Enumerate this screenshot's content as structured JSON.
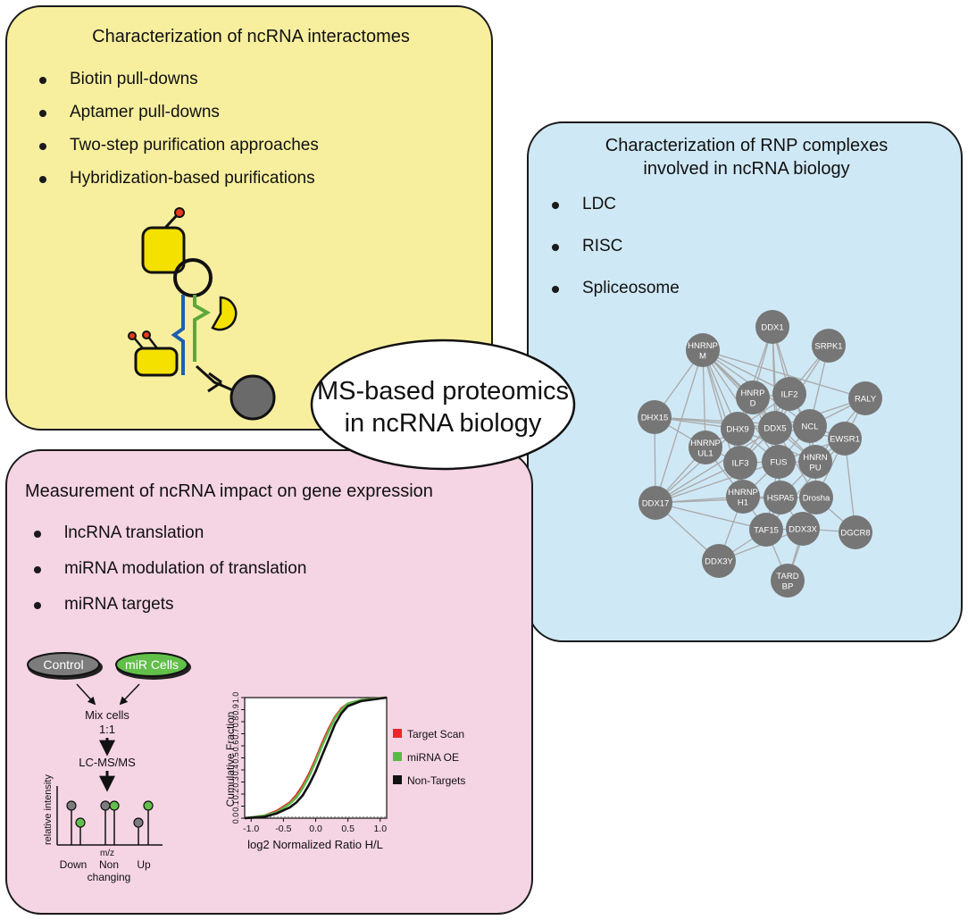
{
  "center_label": {
    "line1": "MS-based proteomics",
    "line2": "in ncRNA biology"
  },
  "panel_interactomes": {
    "title": "Characterization of ncRNA interactomes",
    "items": [
      "Biotin pull-downs",
      "Aptamer pull-downs",
      "Two-step purification approaches",
      "Hybridization-based purifications"
    ]
  },
  "panel_rnp": {
    "title_line1": "Characterization of RNP complexes",
    "title_line2": "involved in ncRNA biology",
    "items": [
      "LDC",
      "RISC",
      "Spliceosome"
    ],
    "network_nodes": [
      {
        "id": "DDX1",
        "lines": [
          "DDX1"
        ]
      },
      {
        "id": "SRPK1",
        "lines": [
          "SRPK1"
        ]
      },
      {
        "id": "HNRNPM",
        "lines": [
          "HNRNP",
          "M"
        ]
      },
      {
        "id": "HNRPD",
        "lines": [
          "HNRP",
          "D"
        ]
      },
      {
        "id": "ILF2",
        "lines": [
          "ILF2"
        ]
      },
      {
        "id": "RALY",
        "lines": [
          "RALY"
        ]
      },
      {
        "id": "DHX15",
        "lines": [
          "DHX15"
        ]
      },
      {
        "id": "DHX9",
        "lines": [
          "DHX9"
        ]
      },
      {
        "id": "DDX5",
        "lines": [
          "DDX5"
        ]
      },
      {
        "id": "NCL",
        "lines": [
          "NCL"
        ]
      },
      {
        "id": "EWSR1",
        "lines": [
          "EWSR1"
        ]
      },
      {
        "id": "HNRNPUL1",
        "lines": [
          "HNRNP",
          "UL1"
        ]
      },
      {
        "id": "ILF3",
        "lines": [
          "ILF3"
        ]
      },
      {
        "id": "FUS",
        "lines": [
          "FUS"
        ]
      },
      {
        "id": "HNRNPU",
        "lines": [
          "HNRN",
          "PU"
        ]
      },
      {
        "id": "DDX17",
        "lines": [
          "DDX17"
        ]
      },
      {
        "id": "HNRNPH1",
        "lines": [
          "HNRNP",
          "H1"
        ]
      },
      {
        "id": "HSPA5",
        "lines": [
          "HSPA5"
        ]
      },
      {
        "id": "Drosha",
        "lines": [
          "Drosha"
        ]
      },
      {
        "id": "TAF15",
        "lines": [
          "TAF15"
        ]
      },
      {
        "id": "DDX3X",
        "lines": [
          "DDX3X"
        ]
      },
      {
        "id": "DGCR8",
        "lines": [
          "DGCR8"
        ]
      },
      {
        "id": "DDX3Y",
        "lines": [
          "DDX3Y"
        ]
      },
      {
        "id": "TARDBP",
        "lines": [
          "TARD",
          "BP"
        ]
      }
    ],
    "network_edges": [
      [
        "HNRNPM",
        "DHX15"
      ],
      [
        "HNRNPM",
        "DHX9"
      ],
      [
        "HNRNPM",
        "DDX5"
      ],
      [
        "HNRNPM",
        "HNRPD"
      ],
      [
        "HNRNPM",
        "ILF2"
      ],
      [
        "HNRNPM",
        "NCL"
      ],
      [
        "HNRNPM",
        "HNRNPUL1"
      ],
      [
        "HNRNPM",
        "FUS"
      ],
      [
        "HNRNPM",
        "ILF3"
      ],
      [
        "HNRNPM",
        "DDX17"
      ],
      [
        "HNRNPM",
        "HNRNPU"
      ],
      [
        "HNRNPM",
        "HNRNPH1"
      ],
      [
        "HNRNPM",
        "RALY"
      ],
      [
        "DDX1",
        "HNRPD"
      ],
      [
        "DDX1",
        "DDX5"
      ],
      [
        "DDX1",
        "ILF2"
      ],
      [
        "DDX1",
        "FUS"
      ],
      [
        "DDX1",
        "HNRNPU"
      ],
      [
        "DDX1",
        "DHX9"
      ],
      [
        "SRPK1",
        "DDX5"
      ],
      [
        "SRPK1",
        "NCL"
      ],
      [
        "SRPK1",
        "ILF2"
      ],
      [
        "RALY",
        "NCL"
      ],
      [
        "RALY",
        "HNRNPU"
      ],
      [
        "RALY",
        "DDX5"
      ],
      [
        "RALY",
        "EWSR1"
      ],
      [
        "DHX15",
        "DDX5"
      ],
      [
        "DHX15",
        "DHX9"
      ],
      [
        "DHX15",
        "HNRNPUL1"
      ],
      [
        "DHX15",
        "DDX17"
      ],
      [
        "DHX15",
        "NCL"
      ],
      [
        "HNRPD",
        "DDX5"
      ],
      [
        "HNRPD",
        "DHX9"
      ],
      [
        "HNRPD",
        "ILF2"
      ],
      [
        "HNRPD",
        "FUS"
      ],
      [
        "ILF2",
        "ILF3"
      ],
      [
        "ILF2",
        "DDX5"
      ],
      [
        "ILF2",
        "NCL"
      ],
      [
        "ILF2",
        "DHX9"
      ],
      [
        "DHX9",
        "DDX5"
      ],
      [
        "DHX9",
        "ILF3"
      ],
      [
        "DHX9",
        "FUS"
      ],
      [
        "DHX9",
        "HNRNPUL1"
      ],
      [
        "DHX9",
        "HNRNPU"
      ],
      [
        "DHX9",
        "DDX17"
      ],
      [
        "DDX5",
        "NCL"
      ],
      [
        "DDX5",
        "FUS"
      ],
      [
        "DDX5",
        "HNRNPU"
      ],
      [
        "DDX5",
        "DDX17"
      ],
      [
        "DDX5",
        "HSPA5"
      ],
      [
        "DDX5",
        "EWSR1"
      ],
      [
        "DDX5",
        "Drosha"
      ],
      [
        "DDX5",
        "ILF3"
      ],
      [
        "NCL",
        "EWSR1"
      ],
      [
        "NCL",
        "HNRNPU"
      ],
      [
        "NCL",
        "FUS"
      ],
      [
        "EWSR1",
        "FUS"
      ],
      [
        "EWSR1",
        "HNRNPU"
      ],
      [
        "EWSR1",
        "Drosha"
      ],
      [
        "EWSR1",
        "DGCR8"
      ],
      [
        "EWSR1",
        "TAF15"
      ],
      [
        "HNRNPUL1",
        "ILF3"
      ],
      [
        "HNRNPUL1",
        "DDX17"
      ],
      [
        "HNRNPUL1",
        "HNRNPH1"
      ],
      [
        "ILF3",
        "FUS"
      ],
      [
        "ILF3",
        "HNRNPH1"
      ],
      [
        "ILF3",
        "DDX17"
      ],
      [
        "FUS",
        "HNRNPU"
      ],
      [
        "FUS",
        "HSPA5"
      ],
      [
        "FUS",
        "TAF15"
      ],
      [
        "FUS",
        "DDX17"
      ],
      [
        "FUS",
        "HNRNPH1"
      ],
      [
        "HNRNPU",
        "Drosha"
      ],
      [
        "HNRNPU",
        "HSPA5"
      ],
      [
        "DDX17",
        "HNRNPH1"
      ],
      [
        "DDX17",
        "DDX3Y"
      ],
      [
        "DDX17",
        "TAF15"
      ],
      [
        "DDX17",
        "HSPA5"
      ],
      [
        "HNRNPH1",
        "HSPA5"
      ],
      [
        "HNRNPH1",
        "TAF15"
      ],
      [
        "HNRNPH1",
        "DDX3Y"
      ],
      [
        "HSPA5",
        "Drosha"
      ],
      [
        "HSPA5",
        "DDX3X"
      ],
      [
        "HSPA5",
        "TAF15"
      ],
      [
        "Drosha",
        "DGCR8"
      ],
      [
        "Drosha",
        "DDX3X"
      ],
      [
        "Drosha",
        "TARDBP"
      ],
      [
        "TAF15",
        "DDX3X"
      ],
      [
        "TAF15",
        "TARDBP"
      ],
      [
        "TAF15",
        "DDX3Y"
      ],
      [
        "DDX3X",
        "TARDBP"
      ],
      [
        "DDX3X",
        "DGCR8"
      ],
      [
        "DDX3X",
        "DDX3Y"
      ]
    ]
  },
  "panel_expression": {
    "title": "Measurement of ncRNA impact on gene expression",
    "items": [
      "lncRNA translation",
      "miRNA modulation of translation",
      "miRNA targets"
    ],
    "workflow": {
      "control": "Control",
      "mir_cells": "miR Cells",
      "mix_line1": "Mix cells",
      "mix_line2": "1:1",
      "lcms": "LC-MS/MS",
      "y_label": "relative intensity",
      "x_label": "m/z",
      "down": "Down",
      "non_line1": "Non",
      "non_line2": "changing",
      "up": "Up"
    }
  },
  "colors": {
    "yellow_panel": "#f7ef9e",
    "blue_panel": "#cfe8f5",
    "pink_panel": "#f5d4e3",
    "node": "#767676",
    "target_scan": "#e8282a",
    "mirna_oe": "#5bb947",
    "non_targets": "#111111"
  },
  "chart_data": {
    "type": "line",
    "title": "",
    "xlabel": "log2 Normalized Ratio H/L",
    "ylabel": "Cumulative Fraction",
    "xlim": [
      -1.1,
      1.1
    ],
    "ylim": [
      0.0,
      1.0
    ],
    "xticks": [
      -1.0,
      -0.5,
      0.0,
      0.5,
      1.0
    ],
    "yticks": [
      0.0,
      0.1,
      0.2,
      0.3,
      0.4,
      0.5,
      0.6,
      0.7,
      0.8,
      0.9,
      1.0
    ],
    "legend_position": "right",
    "series": [
      {
        "name": "Target Scan",
        "color": "#e8282a",
        "x": [
          -1.1,
          -0.8,
          -0.6,
          -0.4,
          -0.3,
          -0.2,
          -0.1,
          0.0,
          0.1,
          0.2,
          0.3,
          0.4,
          0.5,
          0.7,
          1.1
        ],
        "y": [
          0.0,
          0.02,
          0.06,
          0.13,
          0.19,
          0.27,
          0.37,
          0.49,
          0.62,
          0.74,
          0.84,
          0.91,
          0.95,
          0.98,
          1.0
        ]
      },
      {
        "name": "miRNA OE",
        "color": "#5bb947",
        "x": [
          -1.1,
          -0.8,
          -0.6,
          -0.4,
          -0.3,
          -0.2,
          -0.1,
          0.0,
          0.1,
          0.2,
          0.3,
          0.4,
          0.5,
          0.7,
          1.1
        ],
        "y": [
          0.0,
          0.02,
          0.05,
          0.12,
          0.17,
          0.25,
          0.35,
          0.47,
          0.6,
          0.72,
          0.83,
          0.9,
          0.95,
          0.98,
          1.0
        ]
      },
      {
        "name": "Non-Targets",
        "color": "#111111",
        "x": [
          -1.1,
          -0.8,
          -0.6,
          -0.4,
          -0.3,
          -0.2,
          -0.1,
          0.0,
          0.1,
          0.2,
          0.3,
          0.4,
          0.5,
          0.7,
          1.1
        ],
        "y": [
          0.0,
          0.01,
          0.04,
          0.09,
          0.13,
          0.19,
          0.28,
          0.39,
          0.52,
          0.65,
          0.78,
          0.87,
          0.93,
          0.97,
          1.0
        ]
      }
    ]
  }
}
